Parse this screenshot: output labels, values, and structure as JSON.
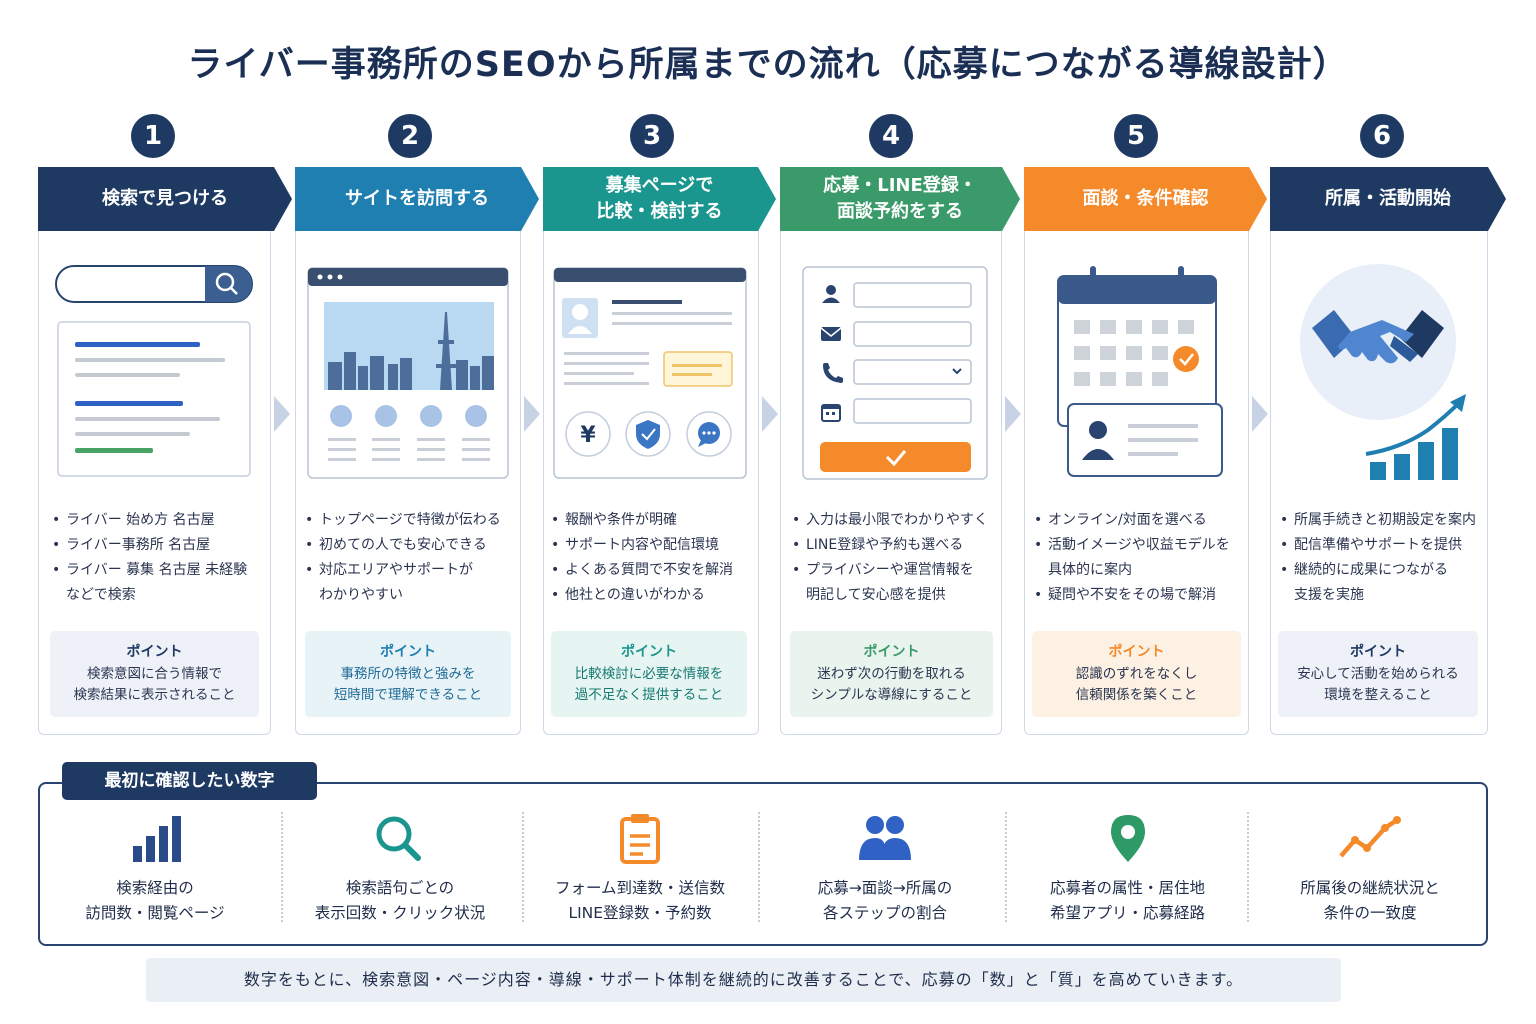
{
  "title": "ライバー事務所のSEOから所属までの流れ（応募につながる導線設計）",
  "colors": {
    "navy": "#1e3a63",
    "blue": "#1f7fb0",
    "teal": "#1b968e",
    "green": "#3b9a6a",
    "orange": "#f58a2a"
  },
  "point_label": "ポイント",
  "steps": [
    {
      "num": "1",
      "title": "検索で見つける",
      "bullets": [
        "ライバー 始め方 名古屋",
        "ライバー事務所 名古屋",
        "ライバー 募集 名古屋 未経験\nなどで検索"
      ],
      "point": "検索意図に合う情報で\n検索結果に表示されること"
    },
    {
      "num": "2",
      "title": "サイトを訪問する",
      "bullets": [
        "トップページで特徴が伝わる",
        "初めての人でも安心できる",
        "対応エリアやサポートが\nわかりやすい"
      ],
      "point": "事務所の特徴と強みを\n短時間で理解できること"
    },
    {
      "num": "3",
      "title": "募集ページで\n比較・検討する",
      "bullets": [
        "報酬や条件が明確",
        "サポート内容や配信環境",
        "よくある質問で不安を解消",
        "他社との違いがわかる"
      ],
      "point": "比較検討に必要な情報を\n過不足なく提供すること"
    },
    {
      "num": "4",
      "title": "応募・LINE登録・\n面談予約をする",
      "bullets": [
        "入力は最小限でわかりやすく",
        "LINE登録や予約も選べる",
        "プライバシーや運営情報を\n明記して安心感を提供"
      ],
      "point": "迷わず次の行動を取れる\nシンプルな導線にすること"
    },
    {
      "num": "5",
      "title": "面談・条件確認",
      "bullets": [
        "オンライン/対面を選べる",
        "活動イメージや収益モデルを\n具体的に案内",
        "疑問や不安をその場で解消"
      ],
      "point": "認識のずれをなくし\n信頼関係を築くこと"
    },
    {
      "num": "6",
      "title": "所属・活動開始",
      "bullets": [
        "所属手続きと初期設定を案内",
        "配信準備やサポートを提供",
        "継続的に成果につながる\n支援を実施"
      ],
      "point": "安心して活動を始められる\n環境を整えること"
    }
  ],
  "metrics_title": "最初に確認したい数字",
  "metrics": [
    {
      "icon": "bar-chart-icon",
      "label": "検索経由の\n訪問数・閲覧ページ"
    },
    {
      "icon": "magnifier-icon",
      "label": "検索語句ごとの\n表示回数・クリック状況"
    },
    {
      "icon": "clipboard-icon",
      "label": "フォーム到達数・送信数\nLINE登録数・予約数"
    },
    {
      "icon": "people-icon",
      "label": "応募→面談→所属の\n各ステップの割合"
    },
    {
      "icon": "location-pin-icon",
      "label": "応募者の属性・居住地\n希望アプリ・応募経路"
    },
    {
      "icon": "trend-line-icon",
      "label": "所属後の継続状況と\n条件の一致度"
    }
  ],
  "footer": "数字をもとに、検索意図・ページ内容・導線・サポート体制を継続的に改善することで、応募の「数」と「質」を高めていきます。"
}
